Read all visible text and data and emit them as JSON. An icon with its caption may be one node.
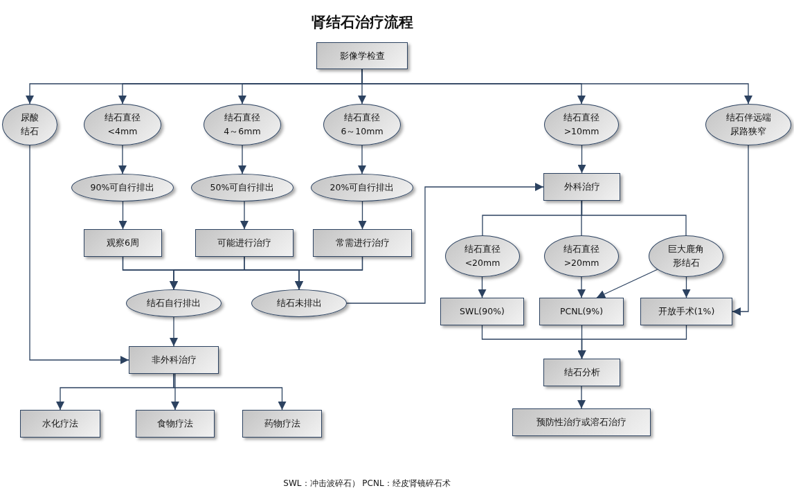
{
  "diagram": {
    "title": "肾结石治疗流程",
    "nodes": [
      {
        "text": [
          "影像学检查"
        ]
      },
      {
        "text": [
          "尿酸结石"
        ]
      },
      {
        "text": [
          "结石直径",
          "<4mm"
        ]
      },
      {
        "text": [
          "结石直径",
          "4～6mm"
        ]
      },
      {
        "text": [
          "结石直径",
          "6～10mm"
        ]
      },
      {
        "text": [
          "结石直径",
          ">10mm"
        ]
      },
      {
        "text": [
          "结石伴远端尿路狭窄"
        ]
      },
      {
        "text": [
          "90%可自行排出"
        ]
      },
      {
        "text": [
          "50%可自行排出"
        ]
      },
      {
        "text": [
          "20%可自行排出"
        ]
      },
      {
        "text": [
          "外科治疗"
        ]
      },
      {
        "text": [
          "观察6周"
        ]
      },
      {
        "text": [
          "可能进行治疗"
        ]
      },
      {
        "text": [
          "常需进行治疗"
        ]
      },
      {
        "text": [
          "结石直径",
          "<20mm"
        ]
      },
      {
        "text": [
          "结石直径",
          ">20mm"
        ]
      },
      {
        "text": [
          "巨大鹿角形结石"
        ]
      },
      {
        "text": [
          "结石自行排出"
        ]
      },
      {
        "text": [
          "结石未排出"
        ]
      },
      {
        "text": [
          "SWL(90%)"
        ]
      },
      {
        "text": [
          "PCNL(9%)"
        ]
      },
      {
        "text": [
          "开放手术(1%)"
        ]
      },
      {
        "text": [
          "非外科治疗"
        ]
      },
      {
        "text": [
          "结石分析"
        ]
      },
      {
        "text": [
          "水化疗法"
        ]
      },
      {
        "text": [
          "食物疗法"
        ]
      },
      {
        "text": [
          "药物疗法"
        ]
      },
      {
        "text": [
          "预防性治疗或溶石治疗"
        ]
      }
    ],
    "edges": [
      {
        "from": 0,
        "to": 1,
        "arrow": "to"
      },
      {
        "from": 0,
        "to": 2,
        "arrow": "to"
      },
      {
        "from": 0,
        "to": 3,
        "arrow": "to"
      },
      {
        "from": 0,
        "to": 4,
        "arrow": "to"
      },
      {
        "from": 0,
        "to": 5,
        "arrow": "to"
      },
      {
        "from": 0,
        "to": 6,
        "arrow": "to"
      },
      {
        "from": 2,
        "to": 7,
        "arrow": "to"
      },
      {
        "from": 3,
        "to": 8,
        "arrow": "to"
      },
      {
        "from": 4,
        "to": 9,
        "arrow": "to"
      },
      {
        "from": 5,
        "to": 10,
        "arrow": "to"
      },
      {
        "from": 7,
        "to": 11,
        "arrow": "to"
      },
      {
        "from": 8,
        "to": 12,
        "arrow": "to"
      },
      {
        "from": 9,
        "to": 13,
        "arrow": "to"
      },
      {
        "from": 11,
        "to": 17,
        "arrow": "to"
      },
      {
        "from": 11,
        "to": 18,
        "arrow": "to"
      },
      {
        "from": 12,
        "to": 17,
        "arrow": "to"
      },
      {
        "from": 12,
        "to": 18,
        "arrow": "to"
      },
      {
        "from": 13,
        "to": 17,
        "arrow": "to"
      },
      {
        "from": 13,
        "to": 18,
        "arrow": "to"
      },
      {
        "from": 1,
        "to": 22,
        "arrow": "to"
      },
      {
        "from": 17,
        "to": 22,
        "arrow": "to"
      },
      {
        "from": 18,
        "to": 10,
        "arrow": "to"
      },
      {
        "from": 10,
        "to": 14,
        "arrow": "none"
      },
      {
        "from": 10,
        "to": 15,
        "arrow": "none"
      },
      {
        "from": 10,
        "to": 16,
        "arrow": "none"
      },
      {
        "from": 14,
        "to": 19,
        "arrow": "to"
      },
      {
        "from": 15,
        "to": 20,
        "arrow": "to"
      },
      {
        "from": 16,
        "to": 20,
        "arrow": "to"
      },
      {
        "from": 16,
        "to": 21,
        "arrow": "to"
      },
      {
        "from": 6,
        "to": 21,
        "arrow": "to"
      },
      {
        "from": 19,
        "to": 23,
        "arrow": "to"
      },
      {
        "from": 20,
        "to": 23,
        "arrow": "to"
      },
      {
        "from": 21,
        "to": 23,
        "arrow": "to"
      },
      {
        "from": 23,
        "to": 27,
        "arrow": "to"
      },
      {
        "from": 22,
        "to": 24,
        "arrow": "to"
      },
      {
        "from": 22,
        "to": 25,
        "arrow": "to"
      },
      {
        "from": 22,
        "to": 26,
        "arrow": "to"
      }
    ],
    "labels": [
      "SWL：冲击波碎石） PCNL：经皮肾镜碎石术"
    ]
  }
}
